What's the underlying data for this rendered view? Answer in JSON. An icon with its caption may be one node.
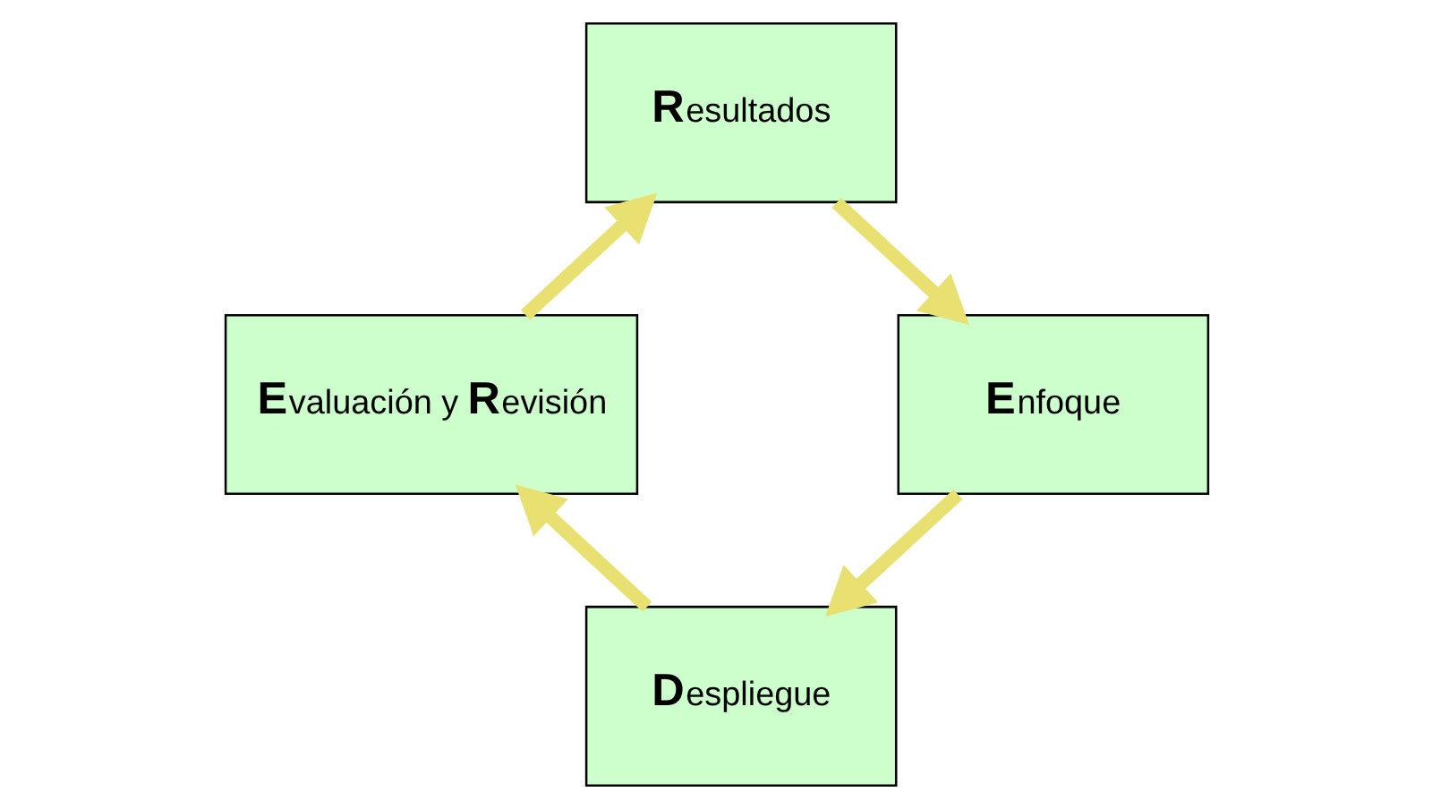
{
  "diagram": {
    "nodes": [
      {
        "text": [
          "**R**esultados"
        ]
      },
      {
        "text": [
          "**E**nfoque"
        ]
      },
      {
        "text": [
          "**D**espliegue"
        ]
      },
      {
        "text": [
          "**E**valuación y **R**evisión"
        ]
      }
    ],
    "edges": [
      {
        "from": 0,
        "to": 1,
        "arrow": "to"
      },
      {
        "from": 1,
        "to": 2,
        "arrow": "to"
      },
      {
        "from": 2,
        "to": 3,
        "arrow": "to"
      },
      {
        "from": 3,
        "to": 0,
        "arrow": "to"
      }
    ]
  }
}
